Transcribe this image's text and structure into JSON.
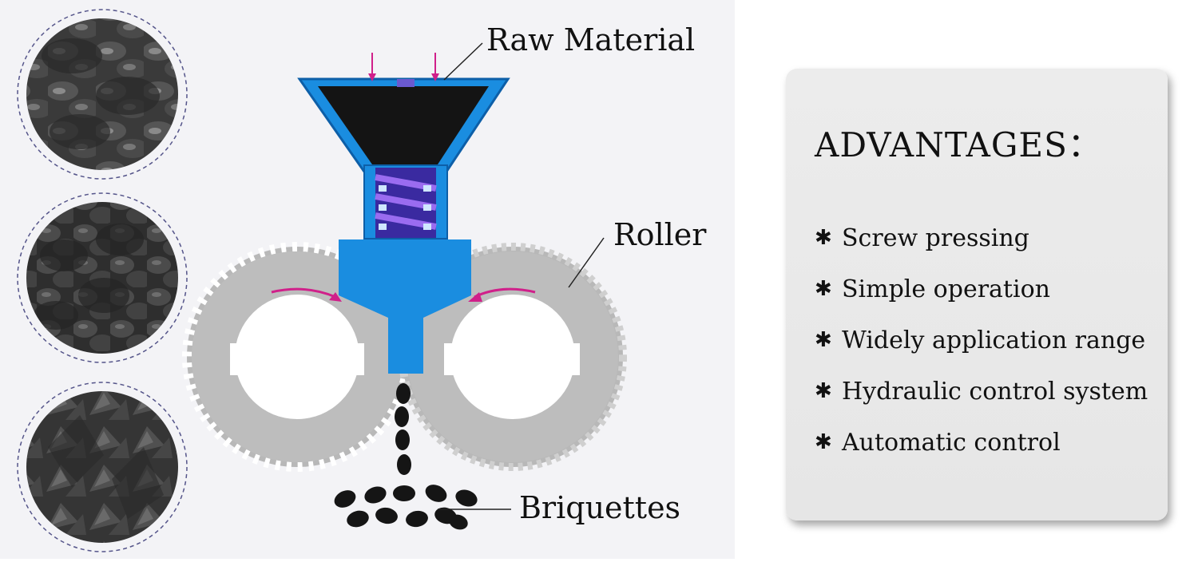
{
  "labels": {
    "raw_material": "Raw Material",
    "roller": "Roller",
    "briquettes": "Briquettes"
  },
  "advantages": {
    "title": "ADVANTAGES：",
    "bullet": "✱",
    "items": [
      "Screw pressing",
      "Simple operation",
      "Widely application range",
      "Hydraulic control system",
      "Automatic control"
    ]
  },
  "colors": {
    "hopper_blue": "#1a8de0",
    "roller_gray": "#b8b8b8",
    "arrow_magenta": "#d0208a",
    "briquette_black": "#151515"
  }
}
